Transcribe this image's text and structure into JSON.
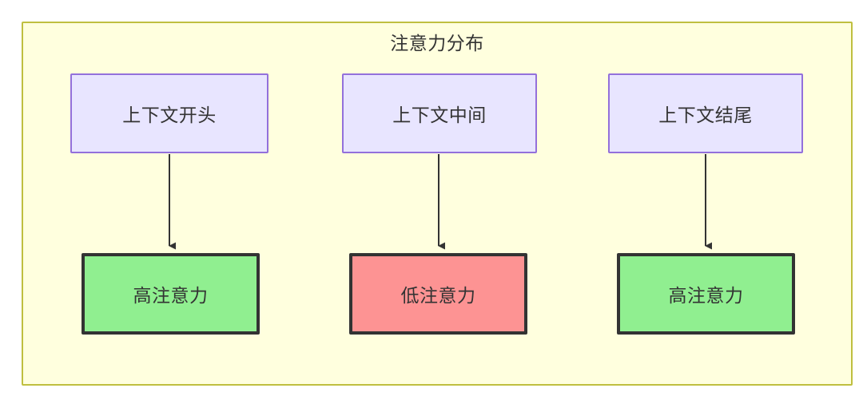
{
  "diagram": {
    "type": "flowchart",
    "title": "注意力分布",
    "background_color": "#ffffde",
    "border_color": "#bfbf3f",
    "nodes": [
      {
        "id": "ctx-start",
        "label": "上下文开头",
        "group": "context",
        "fill": "#e8e5ff",
        "stroke": "#9370db"
      },
      {
        "id": "ctx-middle",
        "label": "上下文中间",
        "group": "context",
        "fill": "#e8e5ff",
        "stroke": "#9370db"
      },
      {
        "id": "ctx-end",
        "label": "上下文结尾",
        "group": "context",
        "fill": "#e8e5ff",
        "stroke": "#9370db"
      },
      {
        "id": "attn-start",
        "label": "高注意力",
        "group": "attention",
        "fill": "#90ef90",
        "stroke": "#333333"
      },
      {
        "id": "attn-middle",
        "label": "低注意力",
        "group": "attention",
        "fill": "#fd9393",
        "stroke": "#333333"
      },
      {
        "id": "attn-end",
        "label": "高注意力",
        "group": "attention",
        "fill": "#90ef90",
        "stroke": "#333333"
      }
    ],
    "edges": [
      {
        "from": "ctx-start",
        "to": "attn-start",
        "label": ""
      },
      {
        "from": "ctx-middle",
        "to": "attn-middle",
        "label": ""
      },
      {
        "from": "ctx-end",
        "to": "attn-end",
        "label": ""
      }
    ]
  }
}
